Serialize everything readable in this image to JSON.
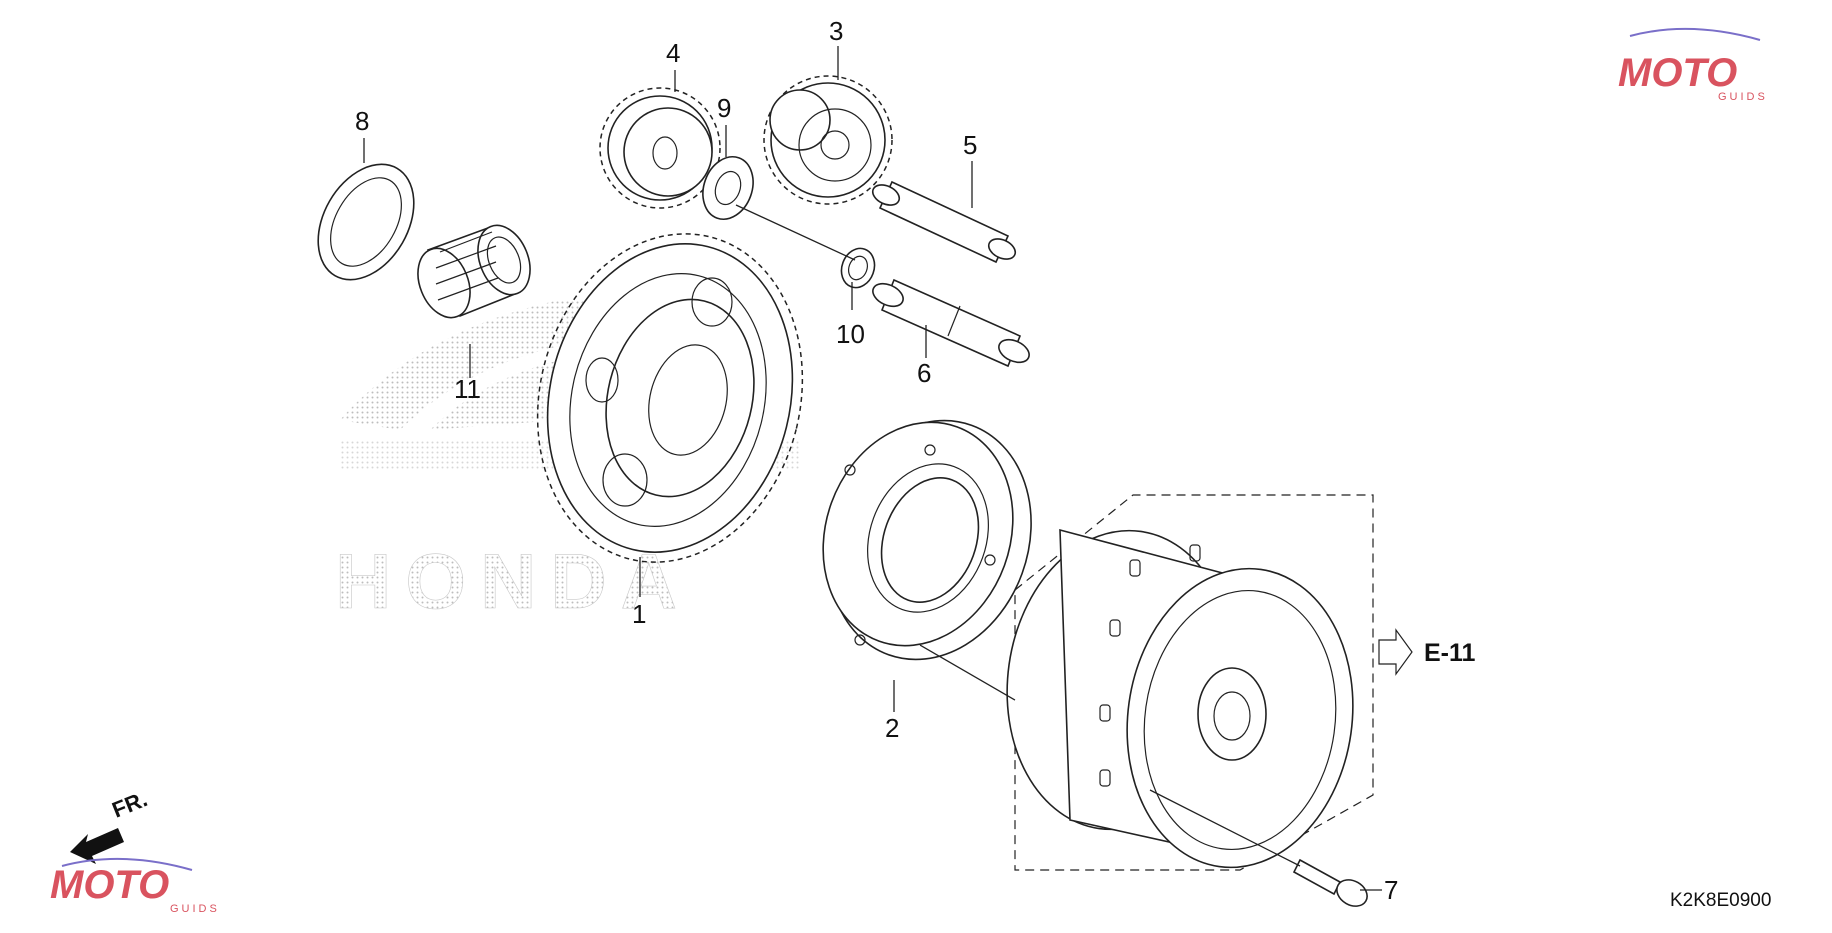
{
  "diagram": {
    "diagram_code": "K2K8E0900",
    "reference": {
      "label": "E-11"
    },
    "front_marker": {
      "label": "FR."
    },
    "watermark": {
      "text": "MOTO",
      "sub": "GUIDS",
      "color": "#d9535f",
      "accent": "#7a6fc9"
    },
    "background_logo": {
      "text": "HONDA",
      "color": "#cfcfcf"
    },
    "callouts": [
      {
        "id": "1",
        "label": "1"
      },
      {
        "id": "2",
        "label": "2"
      },
      {
        "id": "3",
        "label": "3"
      },
      {
        "id": "4",
        "label": "4"
      },
      {
        "id": "5",
        "label": "5"
      },
      {
        "id": "6",
        "label": "6"
      },
      {
        "id": "7",
        "label": "7"
      },
      {
        "id": "8",
        "label": "8"
      },
      {
        "id": "9",
        "label": "9"
      },
      {
        "id": "10",
        "label": "10"
      },
      {
        "id": "11",
        "label": "11"
      }
    ]
  }
}
